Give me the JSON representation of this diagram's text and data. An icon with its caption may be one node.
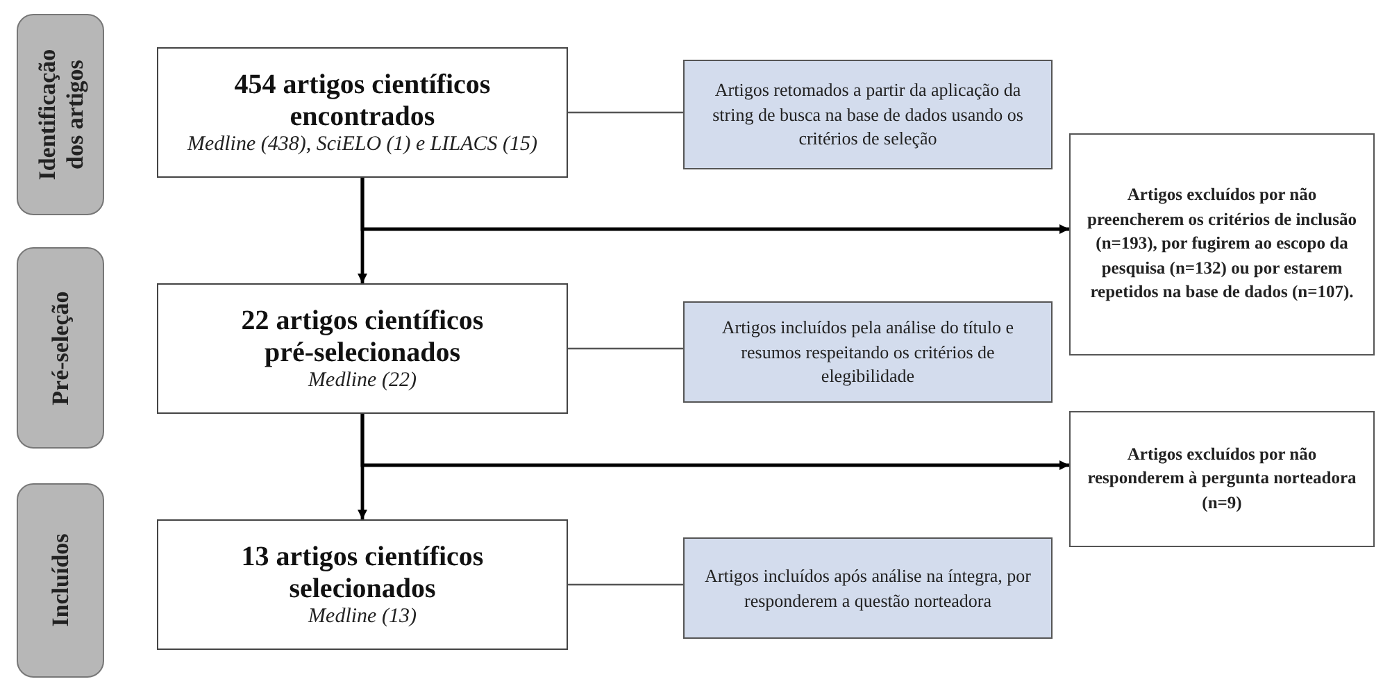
{
  "diagram": {
    "nodes": [
      {
        "text": [
          "Identificação dos artigos"
        ]
      },
      {
        "text": [
          "454 artigos científicos encontrados",
          "Medline (438), SciELO (1) e LILACS (15)"
        ]
      },
      {
        "text": [
          "Artigos retomados a partir da aplicação da string de busca na base de dados usando os critérios de seleção"
        ]
      },
      {
        "text": [
          "Artigos excluídos por não preencherem os critérios de inclusão (n=193),  por fugirem ao escopo da pesquisa (n=132) ou por estarem repetidos na base de dados (n=107)."
        ]
      },
      {
        "text": [
          "Pré-seleção"
        ]
      },
      {
        "text": [
          "22 artigos científicos pré-selecionados",
          "Medline (22)"
        ]
      },
      {
        "text": [
          "Artigos incluídos pela análise do título e resumos respeitando os critérios de elegibilidade"
        ]
      },
      {
        "text": [
          "Artigos excluídos por não responderem à pergunta norteadora (n=9)"
        ]
      },
      {
        "text": [
          "Incluídos"
        ]
      },
      {
        "text": [
          "13 artigos científicos selecionados",
          "Medline (13)"
        ]
      },
      {
        "text": [
          "Artigos incluídos após análise na íntegra, por responderem a questão norteadora"
        ]
      }
    ],
    "edges": [
      {
        "from": 1,
        "to": 2,
        "arrow": "none"
      },
      {
        "from": 1,
        "to": 5,
        "arrow": "to"
      },
      {
        "from": 1,
        "to": 3,
        "arrow": "to"
      },
      {
        "from": 5,
        "to": 6,
        "arrow": "none"
      },
      {
        "from": 5,
        "to": 9,
        "arrow": "to"
      },
      {
        "from": 5,
        "to": 7,
        "arrow": "to"
      },
      {
        "from": 9,
        "to": 10,
        "arrow": "none"
      }
    ]
  }
}
